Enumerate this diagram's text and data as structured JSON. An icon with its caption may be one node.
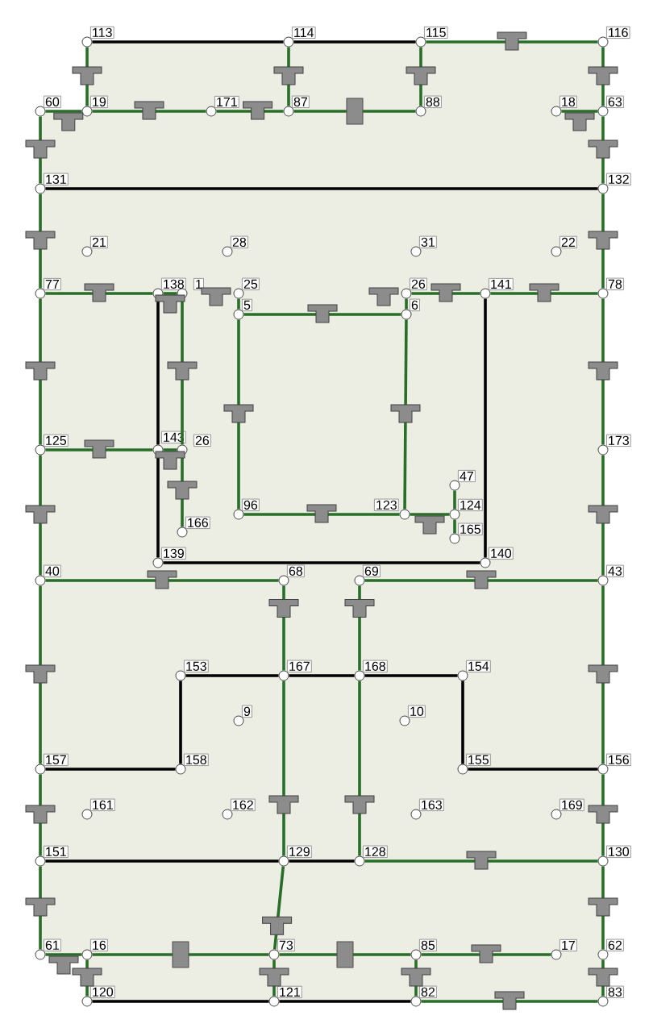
{
  "diagram": {
    "nodes": [
      {
        "text": [
          "113"
        ]
      },
      {
        "text": [
          "114"
        ]
      },
      {
        "text": [
          "115"
        ]
      },
      {
        "text": [
          "116"
        ]
      },
      {
        "text": [
          "60"
        ]
      },
      {
        "text": [
          "19"
        ]
      },
      {
        "text": [
          "171"
        ]
      },
      {
        "text": [
          "87"
        ]
      },
      {
        "text": [
          "88"
        ]
      },
      {
        "text": [
          "18"
        ]
      },
      {
        "text": [
          "63"
        ]
      },
      {
        "text": [
          "131"
        ]
      },
      {
        "text": [
          "132"
        ]
      },
      {
        "text": [
          "21"
        ]
      },
      {
        "text": [
          "28"
        ]
      },
      {
        "text": [
          "31"
        ]
      },
      {
        "text": [
          "22"
        ]
      },
      {
        "text": [
          "77"
        ]
      },
      {
        "text": [
          "138"
        ]
      },
      {
        "text": [
          "1"
        ]
      },
      {
        "text": [
          "25"
        ]
      },
      {
        "text": [
          "26"
        ]
      },
      {
        "text": [
          "141"
        ]
      },
      {
        "text": [
          "78"
        ]
      },
      {
        "text": [
          "5"
        ]
      },
      {
        "text": [
          "6"
        ]
      },
      {
        "text": [
          "125"
        ]
      },
      {
        "text": [
          "143"
        ]
      },
      {
        "text": [
          "26"
        ]
      },
      {
        "text": [
          "173"
        ]
      },
      {
        "text": [
          "47"
        ]
      },
      {
        "text": [
          "96"
        ]
      },
      {
        "text": [
          "123"
        ]
      },
      {
        "text": [
          "124"
        ]
      },
      {
        "text": [
          "166"
        ]
      },
      {
        "text": [
          "165"
        ]
      },
      {
        "text": [
          "139"
        ]
      },
      {
        "text": [
          "140"
        ]
      },
      {
        "text": [
          "40"
        ]
      },
      {
        "text": [
          "68"
        ]
      },
      {
        "text": [
          "69"
        ]
      },
      {
        "text": [
          "43"
        ]
      },
      {
        "text": [
          "153"
        ]
      },
      {
        "text": [
          "167"
        ]
      },
      {
        "text": [
          "168"
        ]
      },
      {
        "text": [
          "154"
        ]
      },
      {
        "text": [
          "9"
        ]
      },
      {
        "text": [
          "10"
        ]
      },
      {
        "text": [
          "157"
        ]
      },
      {
        "text": [
          "158"
        ]
      },
      {
        "text": [
          "155"
        ]
      },
      {
        "text": [
          "156"
        ]
      },
      {
        "text": [
          "161"
        ]
      },
      {
        "text": [
          "162"
        ]
      },
      {
        "text": [
          "163"
        ]
      },
      {
        "text": [
          "169"
        ]
      },
      {
        "text": [
          "151"
        ]
      },
      {
        "text": [
          "129"
        ]
      },
      {
        "text": [
          "128"
        ]
      },
      {
        "text": [
          "130"
        ]
      },
      {
        "text": [
          "61"
        ]
      },
      {
        "text": [
          "16"
        ]
      },
      {
        "text": [
          "73"
        ]
      },
      {
        "text": [
          "85"
        ]
      },
      {
        "text": [
          "17"
        ]
      },
      {
        "text": [
          "62"
        ]
      },
      {
        "text": [
          "120"
        ]
      },
      {
        "text": [
          "121"
        ]
      },
      {
        "text": [
          "82"
        ]
      },
      {
        "text": [
          "83"
        ]
      }
    ],
    "edges": [
      {
        "from": 0,
        "to": 1,
        "arrow": "none",
        "color": "#000000"
      },
      {
        "from": 1,
        "to": 2,
        "arrow": "none",
        "color": "#000000"
      },
      {
        "from": 2,
        "to": 3,
        "arrow": "none"
      },
      {
        "from": 0,
        "to": 5,
        "arrow": "none"
      },
      {
        "from": 1,
        "to": 7,
        "arrow": "none"
      },
      {
        "from": 2,
        "to": 8,
        "arrow": "none"
      },
      {
        "from": 3,
        "to": 10,
        "arrow": "none"
      },
      {
        "from": 4,
        "to": 5,
        "arrow": "none"
      },
      {
        "from": 5,
        "to": 6,
        "arrow": "none"
      },
      {
        "from": 6,
        "to": 7,
        "arrow": "none"
      },
      {
        "from": 7,
        "to": 8,
        "arrow": "none"
      },
      {
        "from": 9,
        "to": 10,
        "arrow": "none"
      },
      {
        "from": 4,
        "to": 11,
        "arrow": "none"
      },
      {
        "from": 10,
        "to": 12,
        "arrow": "none"
      },
      {
        "from": 11,
        "to": 12,
        "arrow": "none",
        "color": "#000000"
      },
      {
        "from": 11,
        "to": 17,
        "arrow": "none"
      },
      {
        "from": 12,
        "to": 23,
        "arrow": "none"
      },
      {
        "from": 17,
        "to": 18,
        "arrow": "none"
      },
      {
        "from": 18,
        "to": 19,
        "arrow": "none"
      },
      {
        "from": 20,
        "to": 24,
        "arrow": "none"
      },
      {
        "from": 21,
        "to": 25,
        "arrow": "none"
      },
      {
        "from": 24,
        "to": 25,
        "arrow": "none"
      },
      {
        "from": 21,
        "to": 22,
        "arrow": "none"
      },
      {
        "from": 22,
        "to": 23,
        "arrow": "none"
      },
      {
        "from": 18,
        "to": 27,
        "arrow": "none",
        "color": "#000000"
      },
      {
        "from": 19,
        "to": 28,
        "arrow": "none"
      },
      {
        "from": 27,
        "to": 36,
        "arrow": "none",
        "color": "#000000"
      },
      {
        "from": 28,
        "to": 34,
        "arrow": "none"
      },
      {
        "from": 17,
        "to": 26,
        "arrow": "none"
      },
      {
        "from": 26,
        "to": 27,
        "arrow": "none"
      },
      {
        "from": 27,
        "to": 28,
        "arrow": "none"
      },
      {
        "from": 24,
        "to": 31,
        "arrow": "none"
      },
      {
        "from": 25,
        "to": 32,
        "arrow": "none"
      },
      {
        "from": 31,
        "to": 32,
        "arrow": "none"
      },
      {
        "from": 22,
        "to": 37,
        "arrow": "none",
        "color": "#000000"
      },
      {
        "from": 32,
        "to": 33,
        "arrow": "none"
      },
      {
        "from": 30,
        "to": 33,
        "arrow": "none"
      },
      {
        "from": 33,
        "to": 35,
        "arrow": "none"
      },
      {
        "from": 23,
        "to": 29,
        "arrow": "none"
      },
      {
        "from": 29,
        "to": 41,
        "arrow": "none"
      },
      {
        "from": 36,
        "to": 37,
        "arrow": "none",
        "color": "#000000"
      },
      {
        "from": 26,
        "to": 38,
        "arrow": "none"
      },
      {
        "from": 38,
        "to": 39,
        "arrow": "none"
      },
      {
        "from": 40,
        "to": 41,
        "arrow": "none"
      },
      {
        "from": 39,
        "to": 43,
        "arrow": "none"
      },
      {
        "from": 40,
        "to": 44,
        "arrow": "none"
      },
      {
        "from": 42,
        "to": 43,
        "arrow": "none",
        "color": "#000000"
      },
      {
        "from": 43,
        "to": 44,
        "arrow": "none",
        "color": "#000000"
      },
      {
        "from": 44,
        "to": 45,
        "arrow": "none",
        "color": "#000000"
      },
      {
        "from": 42,
        "to": 49,
        "arrow": "none",
        "color": "#000000"
      },
      {
        "from": 45,
        "to": 50,
        "arrow": "none",
        "color": "#000000"
      },
      {
        "from": 38,
        "to": 48,
        "arrow": "none"
      },
      {
        "from": 41,
        "to": 51,
        "arrow": "none"
      },
      {
        "from": 48,
        "to": 49,
        "arrow": "none",
        "color": "#000000"
      },
      {
        "from": 50,
        "to": 51,
        "arrow": "none",
        "color": "#000000"
      },
      {
        "from": 43,
        "to": 57,
        "arrow": "none"
      },
      {
        "from": 44,
        "to": 58,
        "arrow": "none"
      },
      {
        "from": 48,
        "to": 56,
        "arrow": "none"
      },
      {
        "from": 51,
        "to": 59,
        "arrow": "none"
      },
      {
        "from": 56,
        "to": 57,
        "arrow": "none",
        "color": "#000000"
      },
      {
        "from": 57,
        "to": 58,
        "arrow": "none",
        "color": "#000000"
      },
      {
        "from": 58,
        "to": 59,
        "arrow": "none"
      },
      {
        "from": 56,
        "to": 60,
        "arrow": "none"
      },
      {
        "from": 59,
        "to": 65,
        "arrow": "none"
      },
      {
        "from": 57,
        "to": 62,
        "arrow": "none"
      },
      {
        "from": 60,
        "to": 61,
        "arrow": "none"
      },
      {
        "from": 61,
        "to": 62,
        "arrow": "none"
      },
      {
        "from": 62,
        "to": 63,
        "arrow": "none"
      },
      {
        "from": 63,
        "to": 64,
        "arrow": "none"
      },
      {
        "from": 61,
        "to": 66,
        "arrow": "none"
      },
      {
        "from": 62,
        "to": 67,
        "arrow": "none"
      },
      {
        "from": 63,
        "to": 68,
        "arrow": "none"
      },
      {
        "from": 65,
        "to": 69,
        "arrow": "none"
      },
      {
        "from": 66,
        "to": 67,
        "arrow": "none",
        "color": "#000000"
      },
      {
        "from": 67,
        "to": 68,
        "arrow": "none",
        "color": "#000000"
      },
      {
        "from": 68,
        "to": 69,
        "arrow": "none"
      }
    ]
  }
}
